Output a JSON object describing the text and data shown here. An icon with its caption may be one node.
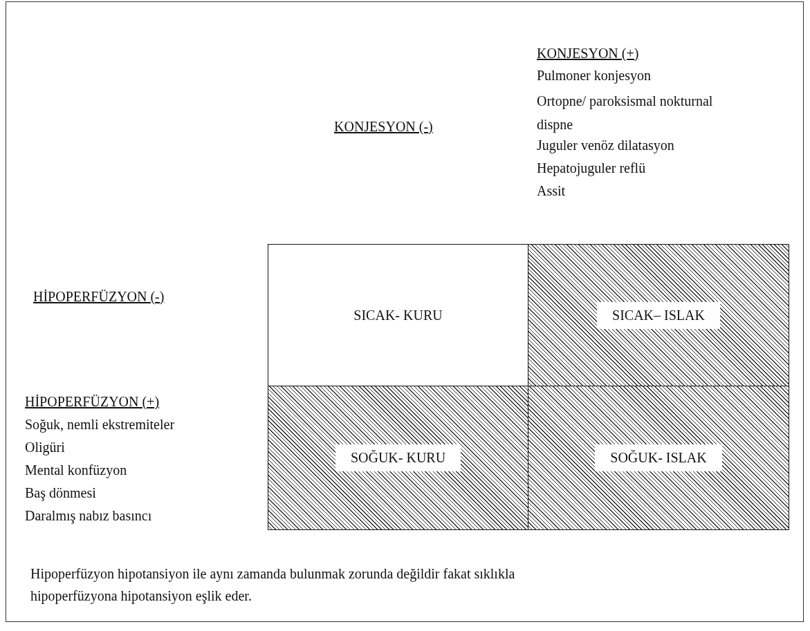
{
  "diagram": {
    "caption": "Hipoperfüzyon hipotansiyon ile aynı zamanda bulunmak zorunda değildir fakat sıklıkla hipoperfüzyona hipotansiyon eşlik eder.",
    "nodes": [
      {
        "text": [
          "SICAK- KURU"
        ]
      },
      {
        "text": [
          "SICAK– ISLAK"
        ]
      },
      {
        "text": [
          "SOĞUK- KURU"
        ]
      },
      {
        "text": [
          "SOĞUK- ISLAK"
        ]
      }
    ],
    "labels": [
      "KONJESYON (+)",
      "Pulmoner konjesyon",
      "Ortopne/ paroksismal nokturnal dispne",
      "Juguler venöz dilatasyon",
      "Hepatojuguler reflü",
      "Assit",
      "KONJESYON (-)",
      "HİPOPERFÜZYON (-)",
      "HİPOPERFÜZYON (+)",
      "Soğuk, nemli ekstremiteler",
      "Oligüri",
      "Mental konfüzyon",
      "Baş dönmesi",
      "Daralmış nabız basıncı"
    ]
  }
}
